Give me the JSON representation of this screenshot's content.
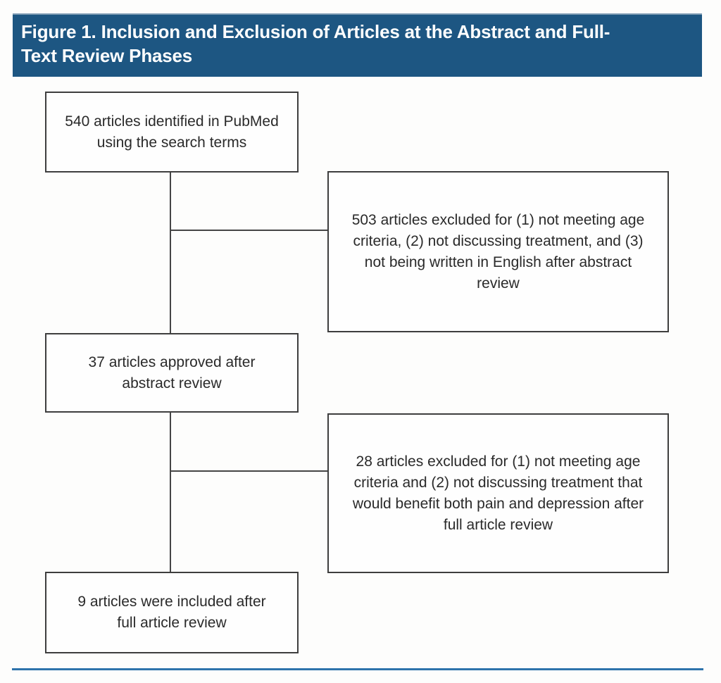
{
  "header": {
    "title": "Figure 1. Inclusion and Exclusion of Articles at the Abstract and Full-\nText Review Phases",
    "background_color": "#1d5682",
    "text_color": "#ffffff"
  },
  "flowchart": {
    "box_border_color": "#3e3e3e",
    "connector_color": "#454545",
    "text_color": "#2a2a2a",
    "boxes": [
      {
        "id": "identified",
        "text": "540 articles identified in PubMed\nusing the search terms"
      },
      {
        "id": "excluded-abstract-review",
        "text": "503 articles excluded for (1) not meeting age\ncriteria, (2) not discussing treatment, and (3)\nnot being written in English after abstract\nreview"
      },
      {
        "id": "approved-abstract-review",
        "text": "37 articles approved after\nabstract review"
      },
      {
        "id": "excluded-full-text-review",
        "text": "28 articles excluded for (1) not meeting age\ncriteria and (2) not discussing treatment that\nwould benefit both pain and depression after\nfull article review"
      },
      {
        "id": "included-final",
        "text": "9 articles were included after\nfull article review"
      }
    ]
  },
  "footer": {
    "rule_color": "#2e73ab"
  }
}
